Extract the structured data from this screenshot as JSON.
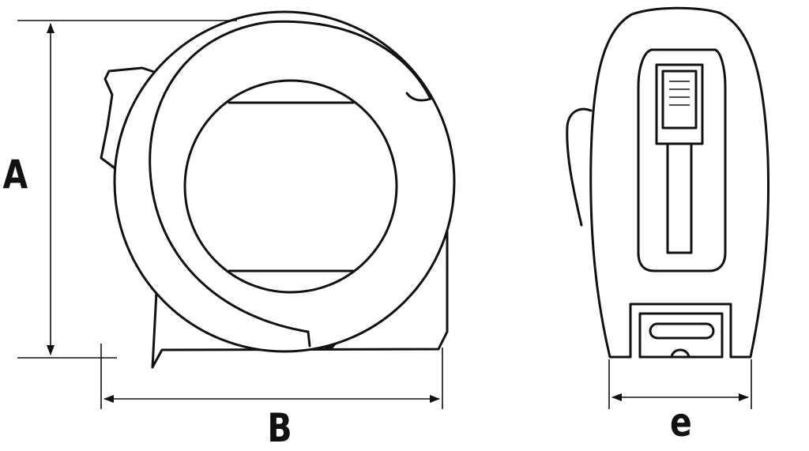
{
  "dimensions": {
    "a": "A",
    "b": "B",
    "e": "e"
  },
  "colors": {
    "line": "#111111",
    "background": "#ffffff"
  }
}
